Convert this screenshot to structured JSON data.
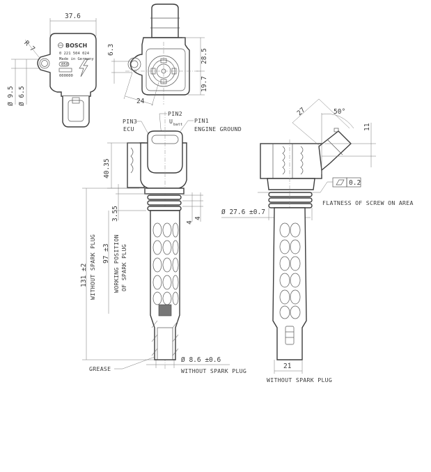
{
  "drawing": {
    "type": "ignition coil technical drawing",
    "brand_label": "BOSCH",
    "part_number": "0 221 504 024",
    "origin_text": "Made in Germany",
    "badge_text": "050",
    "code_text": "000000",
    "high_voltage_symbol": "lightning-bolt"
  },
  "top_view_left": {
    "width_dim": "37.6",
    "radius_dim": "R 7",
    "dia_outer": "Ø 9.5",
    "dia_inner": "Ø 6.5"
  },
  "top_view_right": {
    "offset_dim": "6.3",
    "height_upper": "28.5",
    "height_lower": "19.7",
    "hole_to_center": "24"
  },
  "pins": {
    "pin3_label": "PIN3",
    "pin3_desc": "ECU",
    "pin2_label": "PIN2",
    "pin2_desc": "U",
    "pin2_sub": "batt",
    "pin1_label": "PIN1",
    "pin1_desc": "ENGINE GROUND"
  },
  "side_view_left": {
    "head_height": "40.35",
    "step_dim": "3.55",
    "rib_dim_a": "4",
    "rib_dim_b": "4",
    "total_length": "131 ±2",
    "total_length_note": "WITHOUT SPARK PLUG",
    "working_length": "97 ±3",
    "working_length_note_1": "WORKING POSITION",
    "working_length_note_2": "OF SPARK PLUG",
    "grease_label": "GREASE",
    "tip_dia": "Ø  8.6 ±0.6",
    "tip_dia_note": "WITHOUT SPARK PLUG"
  },
  "side_view_right": {
    "connector_length": "27",
    "connector_angle": "50°",
    "connector_offset": "11",
    "flatness_value": "0.2",
    "flatness_note": "FLATNESS OF SCREW ON AREA",
    "seal_dia": "Ø  27.6 ±0.7",
    "tip_width": "21",
    "tip_width_note": "WITHOUT SPARK PLUG"
  }
}
